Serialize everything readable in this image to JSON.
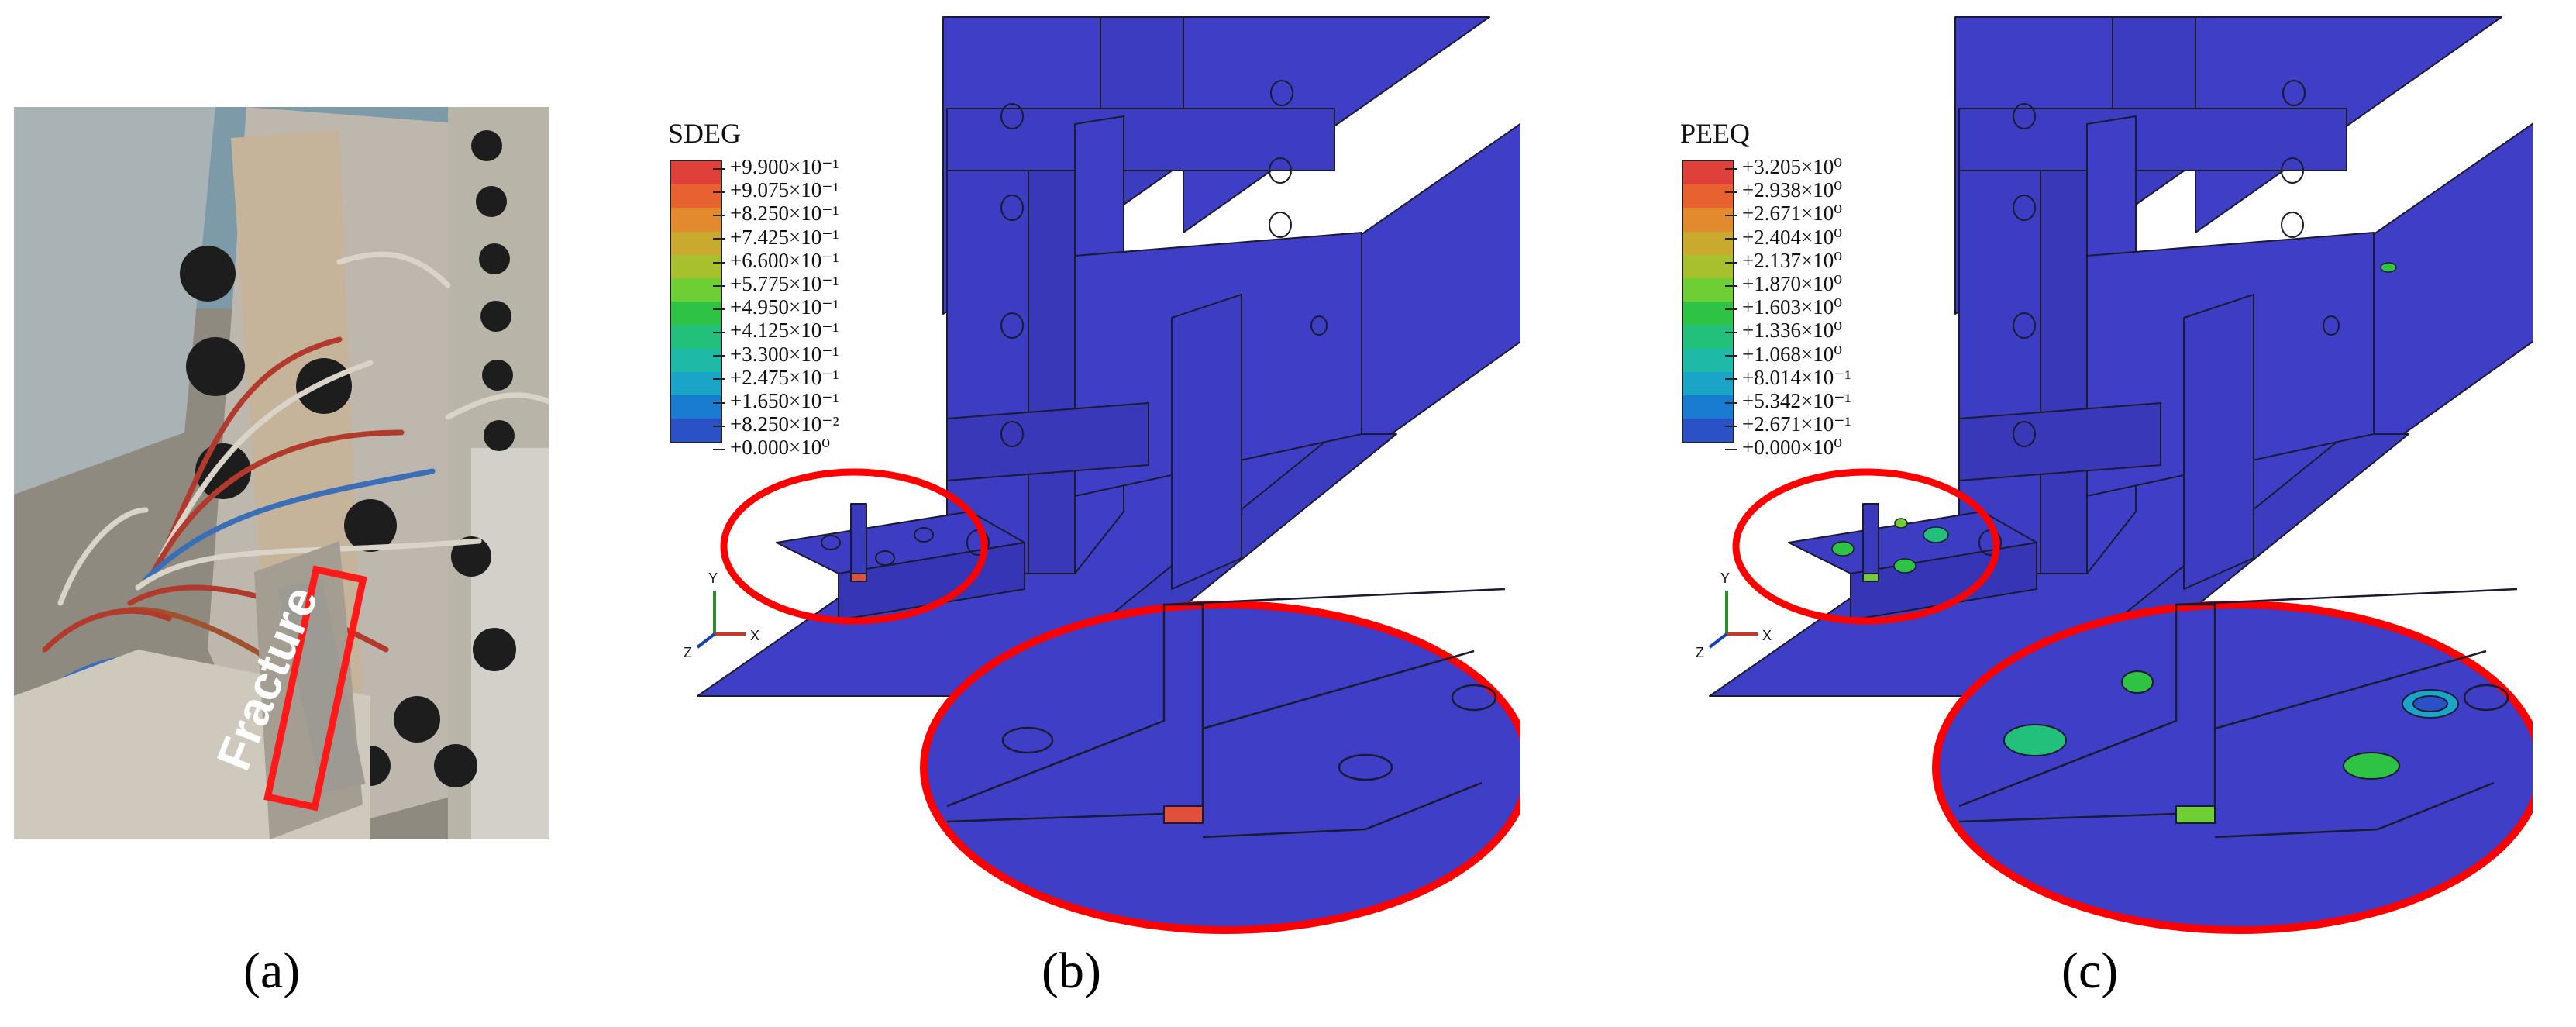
{
  "panel_a": {
    "caption": "(a)",
    "annotation": "Fracture"
  },
  "panel_b": {
    "caption": "(b)",
    "legend_title": "SDEG",
    "legend_values": [
      "+9.900×10⁻¹",
      "+9.075×10⁻¹",
      "+8.250×10⁻¹",
      "+7.425×10⁻¹",
      "+6.600×10⁻¹",
      "+5.775×10⁻¹",
      "+4.950×10⁻¹",
      "+4.125×10⁻¹",
      "+3.300×10⁻¹",
      "+2.475×10⁻¹",
      "+1.650×10⁻¹",
      "+8.250×10⁻²",
      "+0.000×10⁰"
    ],
    "axes": {
      "y": "Y",
      "x": "X",
      "z": "Z"
    }
  },
  "panel_c": {
    "caption": "(c)",
    "legend_title": "PEEQ",
    "legend_values": [
      "+3.205×10⁰",
      "+2.938×10⁰",
      "+2.671×10⁰",
      "+2.404×10⁰",
      "+2.137×10⁰",
      "+1.870×10⁰",
      "+1.603×10⁰",
      "+1.336×10⁰",
      "+1.068×10⁰",
      "+8.014×10⁻¹",
      "+5.342×10⁻¹",
      "+2.671×10⁻¹",
      "+0.000×10⁰"
    ],
    "axes": {
      "y": "Y",
      "x": "X",
      "z": "Z"
    }
  },
  "colors": {
    "model_blue": "#3e3fc6",
    "highlight_red": "#ff0000",
    "legend_scale": [
      "#e0403a",
      "#e8622f",
      "#e48a2e",
      "#c9a92e",
      "#a8c02e",
      "#6fce34",
      "#2ec344",
      "#22c07a",
      "#1fb9a8",
      "#1aa5c8",
      "#1a7cd0",
      "#2a52c6",
      "#3c3cc2"
    ],
    "sdeg_element": "#e0503a",
    "peeq_element": "#6fce34"
  }
}
